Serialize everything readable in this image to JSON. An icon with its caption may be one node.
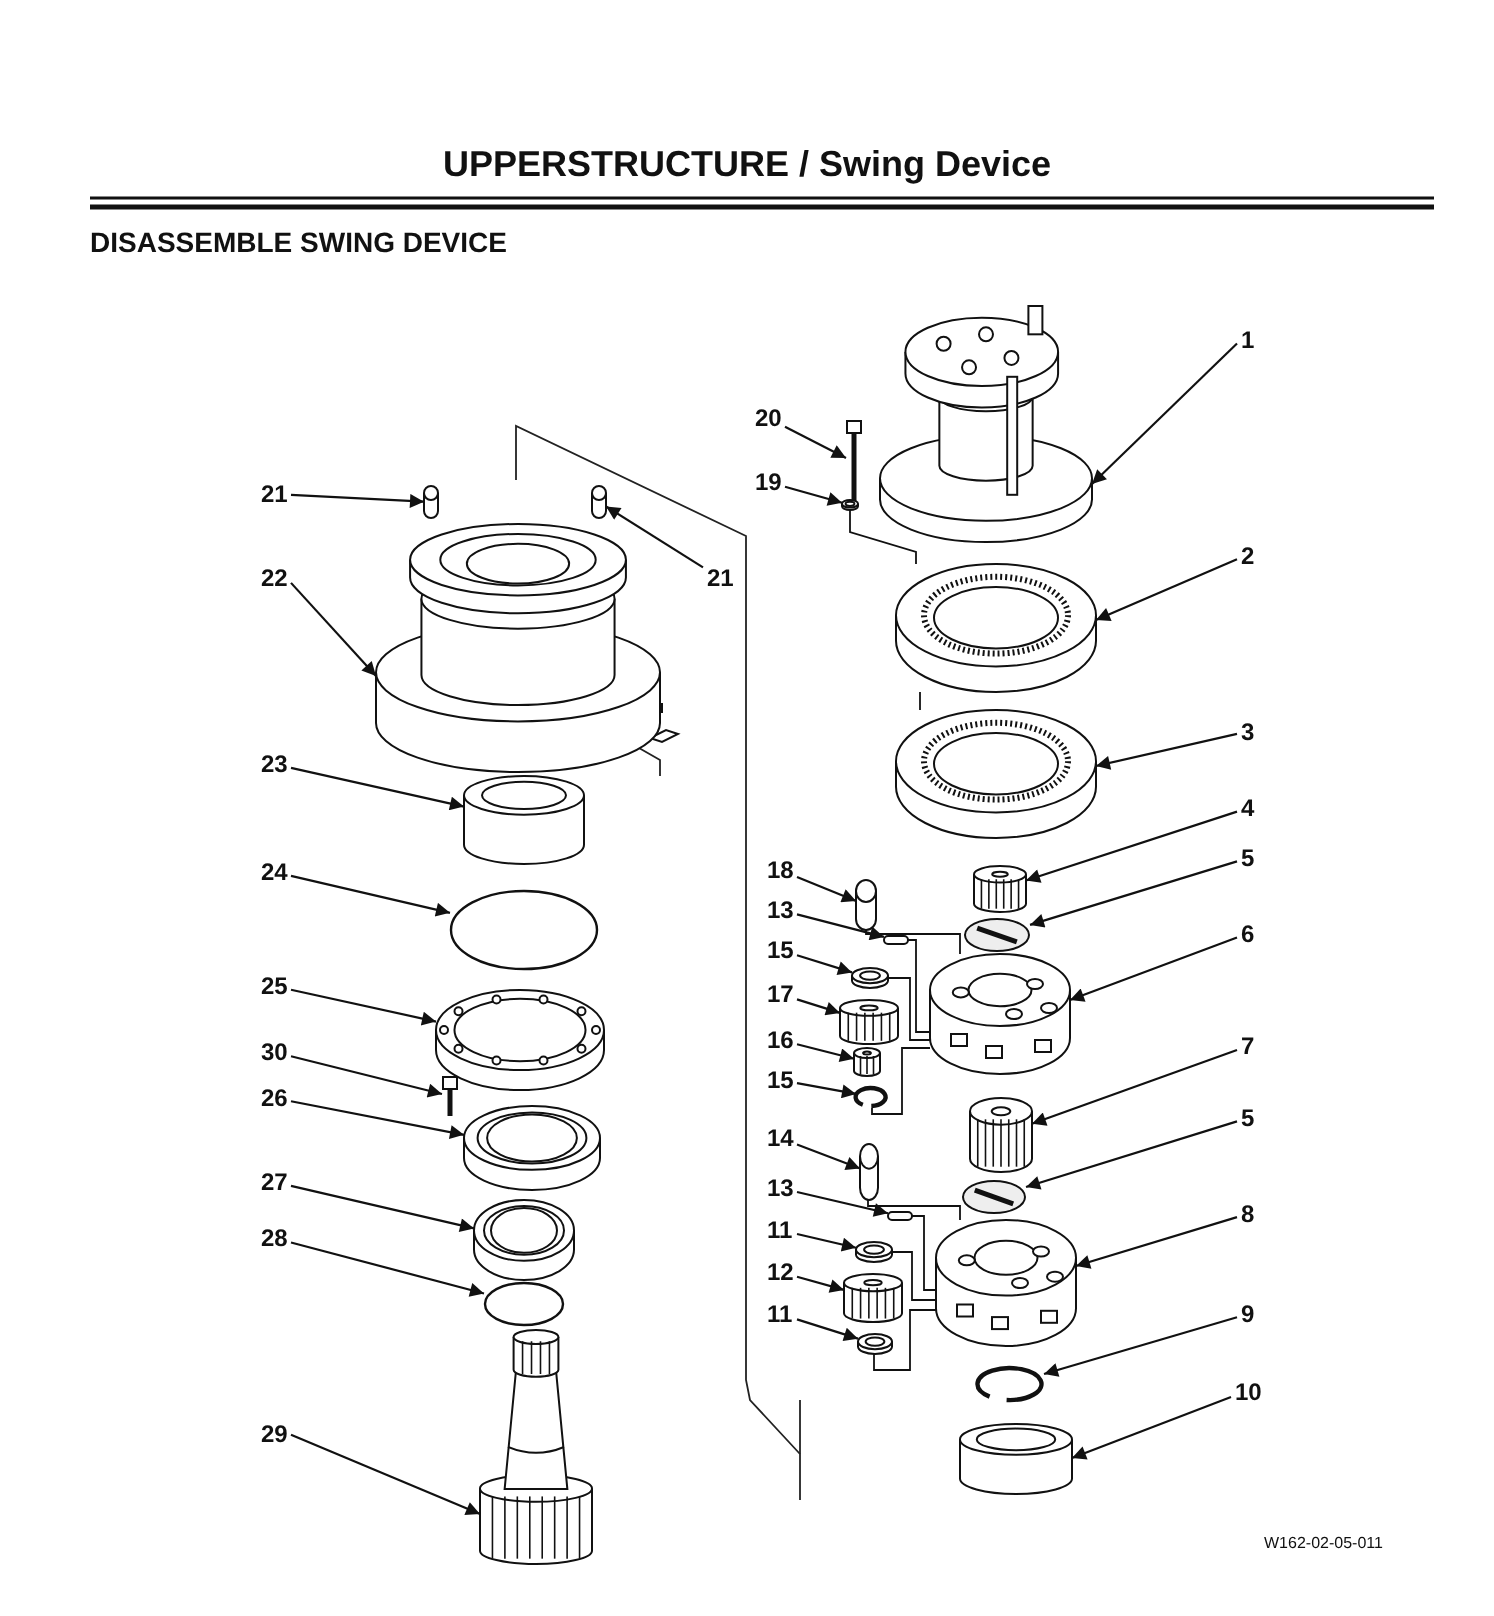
{
  "diagram": {
    "title": "UPPERSTRUCTURE / Swing Device",
    "nodes": [
      {
        "text": [
          "21"
        ]
      },
      {
        "text": [],
        "shape": "cylinder"
      },
      {
        "text": [
          "22"
        ]
      },
      {
        "text": [],
        "shape": "picture"
      },
      {
        "text": [
          "21"
        ]
      },
      {
        "text": [],
        "shape": "cylinder"
      },
      {
        "text": [
          "23"
        ]
      },
      {
        "text": [],
        "shape": "cylinder"
      },
      {
        "text": [
          "24"
        ]
      },
      {
        "text": [],
        "shape": "circle"
      },
      {
        "text": [
          "25"
        ]
      },
      {
        "text": [],
        "shape": "picture"
      },
      {
        "text": [
          "30"
        ]
      },
      {
        "text": [],
        "shape": "picture"
      },
      {
        "text": [
          "26"
        ]
      },
      {
        "text": [],
        "shape": "picture"
      },
      {
        "text": [
          "27"
        ]
      },
      {
        "text": [],
        "shape": "picture"
      },
      {
        "text": [
          "28"
        ]
      },
      {
        "text": [],
        "shape": "circle"
      },
      {
        "text": [
          "29"
        ]
      },
      {
        "text": [],
        "shape": "picture"
      },
      {
        "text": [
          "1"
        ]
      },
      {
        "text": [],
        "shape": "picture"
      },
      {
        "text": [
          "20"
        ]
      },
      {
        "text": [],
        "shape": "picture"
      },
      {
        "text": [
          "19"
        ]
      },
      {
        "text": [],
        "shape": "picture"
      },
      {
        "text": [
          "2"
        ]
      },
      {
        "text": [],
        "shape": "picture"
      },
      {
        "text": [
          "3"
        ]
      },
      {
        "text": [],
        "shape": "picture"
      },
      {
        "text": [
          "4"
        ]
      },
      {
        "text": [],
        "shape": "picture"
      },
      {
        "text": [
          "5"
        ]
      },
      {
        "text": [],
        "shape": "picture"
      },
      {
        "text": [
          "18"
        ]
      },
      {
        "text": [],
        "shape": "cylinder"
      },
      {
        "text": [
          "13"
        ]
      },
      {
        "text": [],
        "shape": "box"
      },
      {
        "text": [
          "6"
        ]
      },
      {
        "text": [],
        "shape": "picture"
      },
      {
        "text": [
          "15"
        ]
      },
      {
        "text": [],
        "shape": "picture"
      },
      {
        "text": [
          "17"
        ]
      },
      {
        "text": [],
        "shape": "picture"
      },
      {
        "text": [
          "16"
        ]
      },
      {
        "text": [],
        "shape": "picture"
      },
      {
        "text": [
          "15"
        ]
      },
      {
        "text": [],
        "shape": "picture"
      },
      {
        "text": [
          "7"
        ]
      },
      {
        "text": [],
        "shape": "picture"
      },
      {
        "text": [
          "14"
        ]
      },
      {
        "text": [],
        "shape": "cylinder"
      },
      {
        "text": [
          "5"
        ]
      },
      {
        "text": [],
        "shape": "picture"
      },
      {
        "text": [
          "13"
        ]
      },
      {
        "text": [],
        "shape": "box"
      },
      {
        "text": [
          "8"
        ]
      },
      {
        "text": [],
        "shape": "picture"
      },
      {
        "text": [
          "11"
        ]
      },
      {
        "text": [],
        "shape": "picture"
      },
      {
        "text": [
          "12"
        ]
      },
      {
        "text": [],
        "shape": "picture"
      },
      {
        "text": [
          "11"
        ]
      },
      {
        "text": [],
        "shape": "picture"
      },
      {
        "text": [
          "9"
        ]
      },
      {
        "text": [],
        "shape": "picture"
      },
      {
        "text": [
          "10"
        ]
      },
      {
        "text": [],
        "shape": "cylinder"
      }
    ],
    "edges": [
      {
        "from": 0,
        "to": 1,
        "arrow": "to"
      },
      {
        "from": 2,
        "to": 3,
        "arrow": "to"
      },
      {
        "from": 4,
        "to": 5,
        "arrow": "to"
      },
      {
        "from": 6,
        "to": 7,
        "arrow": "to"
      },
      {
        "from": 8,
        "to": 9,
        "arrow": "to"
      },
      {
        "from": 10,
        "to": 11,
        "arrow": "to"
      },
      {
        "from": 12,
        "to": 13,
        "arrow": "to"
      },
      {
        "from": 14,
        "to": 15,
        "arrow": "to"
      },
      {
        "from": 16,
        "to": 17,
        "arrow": "to"
      },
      {
        "from": 18,
        "to": 19,
        "arrow": "to"
      },
      {
        "from": 20,
        "to": 21,
        "arrow": "to"
      },
      {
        "from": 22,
        "to": 23,
        "arrow": "to"
      },
      {
        "from": 24,
        "to": 25,
        "arrow": "to"
      },
      {
        "from": 26,
        "to": 27,
        "arrow": "to"
      },
      {
        "from": 28,
        "to": 29,
        "arrow": "to"
      },
      {
        "from": 30,
        "to": 31,
        "arrow": "to"
      },
      {
        "from": 32,
        "to": 33,
        "arrow": "to"
      },
      {
        "from": 34,
        "to": 35,
        "arrow": "to"
      },
      {
        "from": 36,
        "to": 37,
        "arrow": "to"
      },
      {
        "from": 38,
        "to": 39,
        "arrow": "to"
      },
      {
        "from": 40,
        "to": 41,
        "arrow": "to"
      },
      {
        "from": 42,
        "to": 43,
        "arrow": "to"
      },
      {
        "from": 44,
        "to": 45,
        "arrow": "to"
      },
      {
        "from": 46,
        "to": 47,
        "arrow": "to"
      },
      {
        "from": 48,
        "to": 49,
        "arrow": "to"
      },
      {
        "from": 50,
        "to": 51,
        "arrow": "to"
      },
      {
        "from": 52,
        "to": 53,
        "arrow": "to"
      },
      {
        "from": 54,
        "to": 55,
        "arrow": "to"
      },
      {
        "from": 56,
        "to": 57,
        "arrow": "to"
      },
      {
        "from": 58,
        "to": 59,
        "arrow": "to"
      },
      {
        "from": 60,
        "to": 61,
        "arrow": "to"
      },
      {
        "from": 62,
        "to": 63,
        "arrow": "to"
      },
      {
        "from": 64,
        "to": 65,
        "arrow": "to"
      },
      {
        "from": 66,
        "to": 67,
        "arrow": "to"
      },
      {
        "from": 68,
        "to": 69,
        "arrow": "to"
      },
      {
        "from": 27,
        "to": 29,
        "arrow": "none"
      },
      {
        "from": 29,
        "to": 31,
        "arrow": "none"
      },
      {
        "from": 37,
        "to": 41,
        "arrow": "none"
      },
      {
        "from": 39,
        "to": 41,
        "arrow": "none"
      },
      {
        "from": 43,
        "to": 41,
        "arrow": "none"
      },
      {
        "from": 49,
        "to": 41,
        "arrow": "none"
      },
      {
        "from": 53,
        "to": 59,
        "arrow": "none"
      },
      {
        "from": 57,
        "to": 59,
        "arrow": "none"
      },
      {
        "from": 61,
        "to": 59,
        "arrow": "none"
      },
      {
        "from": 65,
        "to": 59,
        "arrow": "none"
      }
    ],
    "labels": [
      "DISASSEMBLE SWING DEVICE",
      "W162-02-05-011"
    ]
  }
}
